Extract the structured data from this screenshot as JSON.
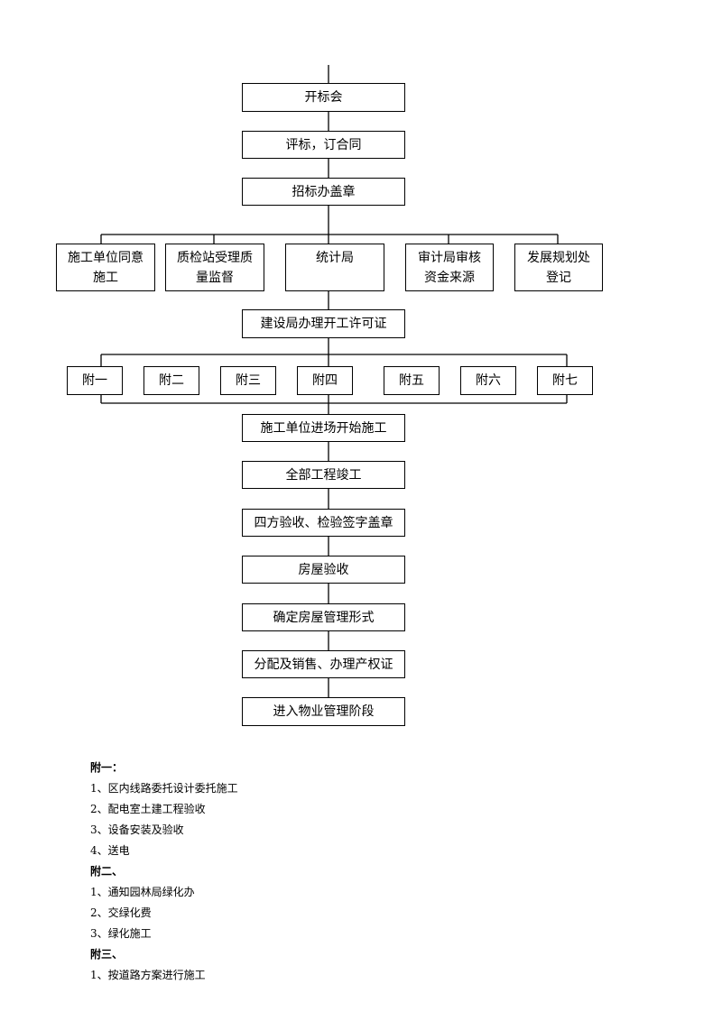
{
  "flow": {
    "step1": "开标会",
    "step2": "评标，订合同",
    "step3": "招标办盖章",
    "branches": [
      "施工单位同意\n施工",
      "质检站受理质\n量监督",
      "统计局",
      "审计局审核\n资金来源",
      "发展规划处\n登记"
    ],
    "step4": "建设局办理开工许可证",
    "attachments": [
      "附一",
      "附二",
      "附三",
      "附四",
      "附五",
      "附六",
      "附七"
    ],
    "step5": "施工单位进场开始施工",
    "step6": "全部工程竣工",
    "step7": "四方验收、检验签字盖章",
    "step8": "房屋验收",
    "step9": "确定房屋管理形式",
    "step10": "分配及销售、办理产权证",
    "step11": "进入物业管理阶段"
  },
  "notes": {
    "a1_title": "附一：",
    "a1_items": [
      "1、区内线路委托设计委托施工",
      "2、配电室土建工程验收",
      "3、设备安装及验收",
      "4、送电"
    ],
    "a2_title": "附二、",
    "a2_items": [
      "1、通知园林局绿化办",
      "2、交绿化费",
      "3、绿化施工"
    ],
    "a3_title": "附三、",
    "a3_items": [
      "1、按道路方案进行施工"
    ]
  }
}
